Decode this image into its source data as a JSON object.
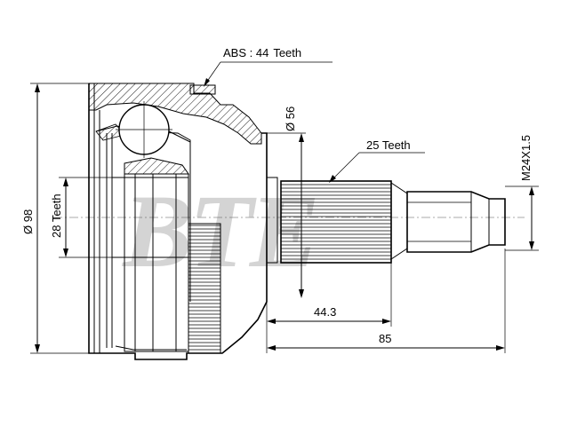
{
  "labels": {
    "abs_prefix": "ABS : 44",
    "abs_suffix": "Teeth",
    "outer_diameter": "Ø 98",
    "inner_teeth": "28 Teeth",
    "seal_diameter": "Ø 56",
    "shaft_teeth": "25 Teeth",
    "thread": "M24X1.5",
    "length_spline": "44.3",
    "length_total": "85"
  },
  "watermark": "BTE",
  "colors": {
    "line": "#000000",
    "hatch": "#000000",
    "watermark": "#9a9a9a"
  }
}
